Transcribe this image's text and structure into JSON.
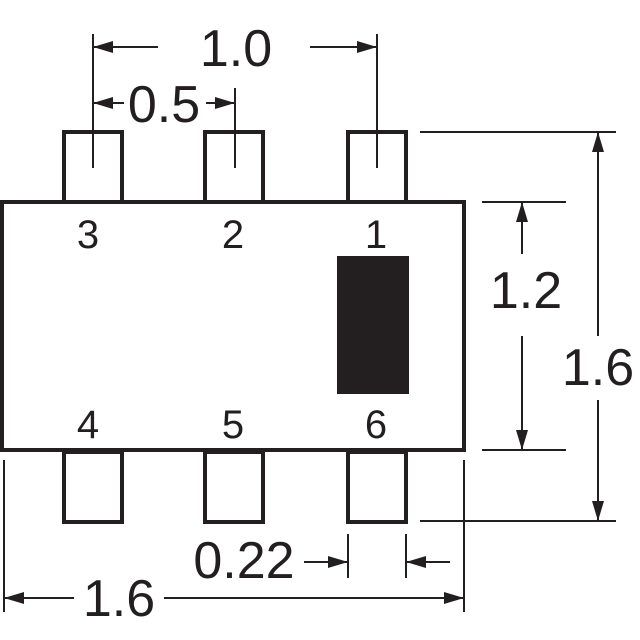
{
  "colors": {
    "ink": "#231f20",
    "background": "#ffffff"
  },
  "dimensions": {
    "top_pitch_total": "1.0",
    "top_pitch_single": "0.5",
    "body_height": "1.2",
    "overall_height": "1.6",
    "lead_width": "0.22",
    "overall_width": "1.6"
  },
  "pins": {
    "top": [
      "3",
      "2",
      "1"
    ],
    "bottom": [
      "4",
      "5",
      "6"
    ]
  }
}
